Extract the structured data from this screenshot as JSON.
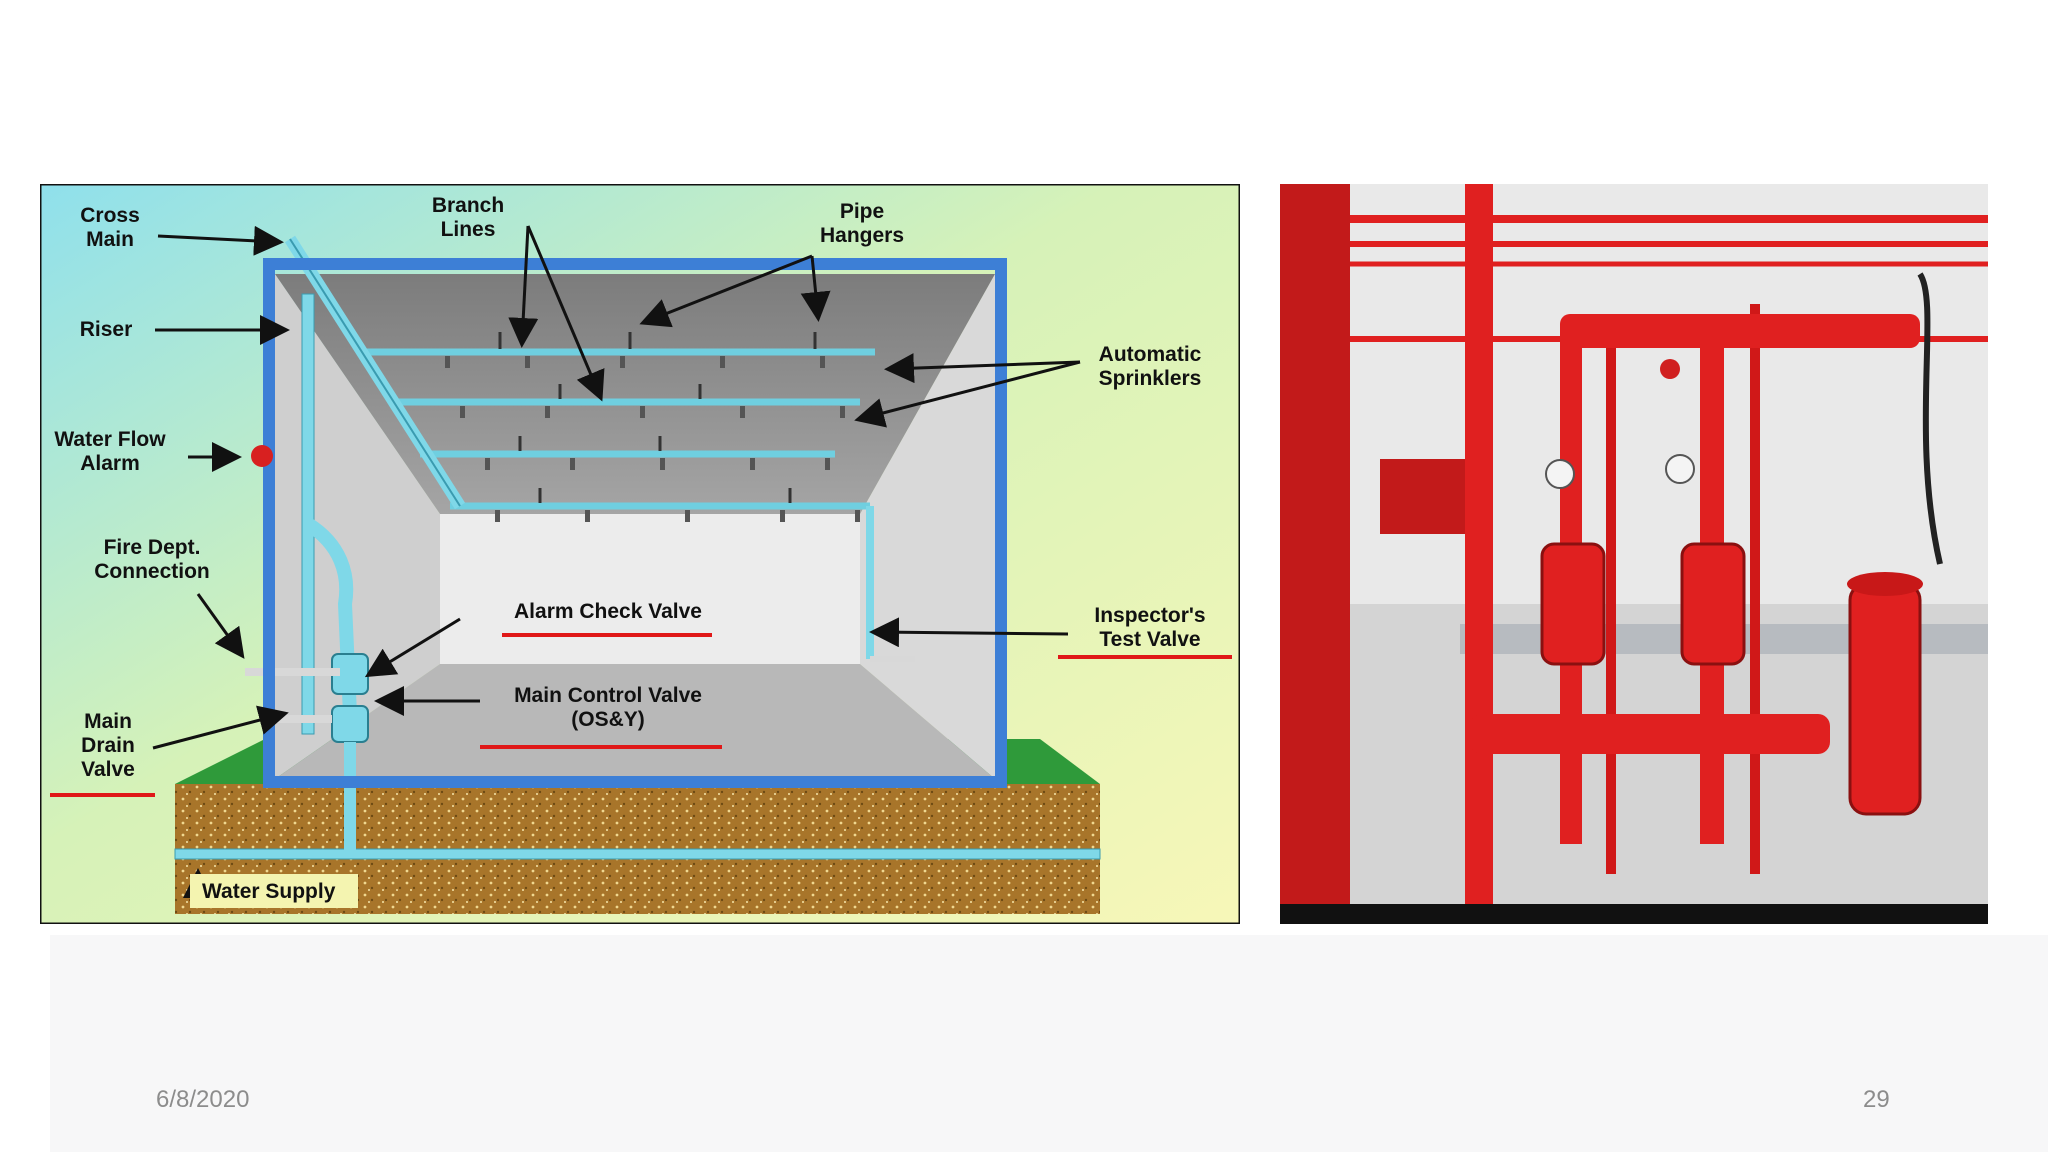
{
  "slide": {
    "date": "6/8/2020",
    "page_number": "29"
  },
  "diagram": {
    "labels": {
      "cross_main_1": "Cross",
      "cross_main_2": "Main",
      "branch_lines_1": "Branch",
      "branch_lines_2": "Lines",
      "pipe_hangers_1": "Pipe",
      "pipe_hangers_2": "Hangers",
      "riser": "Riser",
      "automatic_sprinklers_1": "Automatic",
      "automatic_sprinklers_2": "Sprinklers",
      "water_flow_alarm_1": "Water Flow",
      "water_flow_alarm_2": "Alarm",
      "fire_dept_connection_1": "Fire Dept.",
      "fire_dept_connection_2": "Connection",
      "alarm_check_valve": "Alarm Check Valve",
      "inspectors_test_valve_1": "Inspector's",
      "inspectors_test_valve_2": "Test Valve",
      "main_control_valve_1": "Main Control Valve",
      "main_control_valve_2": "(OS&Y)",
      "main_drain_valve_1": "Main",
      "main_drain_valve_2": "Drain",
      "main_drain_valve_3": "Valve",
      "water_supply": "Water Supply"
    },
    "colors": {
      "frame": "#3d7fd6",
      "pipe": "#7fd8e8",
      "ceiling": "#8e8e8e",
      "ground": "#a8752a",
      "grass": "#2f9a3a",
      "underline": "#e01818",
      "alarm_bell": "#d82020"
    }
  },
  "photo": {
    "colors": {
      "pipe": "#e02020",
      "wall": "#e8e8e8"
    }
  }
}
